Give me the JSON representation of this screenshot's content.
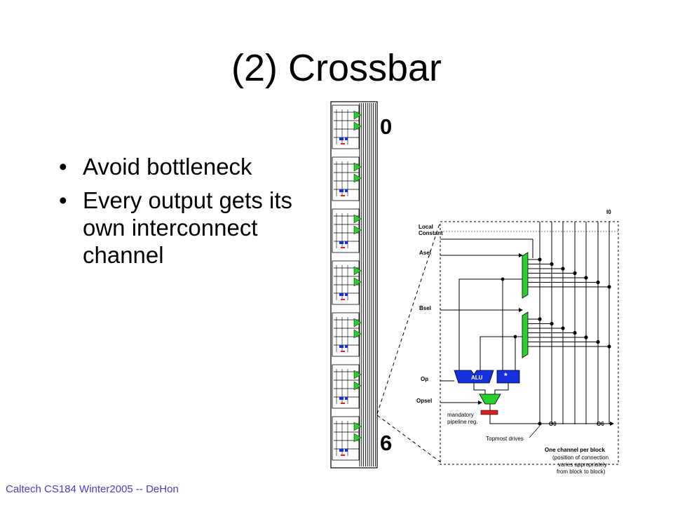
{
  "title": "(2) Crossbar",
  "bullets": [
    "Avoid bottleneck",
    "Every output gets its own interconnect channel"
  ],
  "footer": "Caltech CS184 Winter2005 -- DeHon",
  "diagram": {
    "column_label_top": "0",
    "column_label_bottom": "6",
    "detail": {
      "top_right_label": "I0",
      "local_constant": "Local\nConstant",
      "asel": "Asel",
      "bsel": "Bsel",
      "op": "Op",
      "opsel": "Opsel",
      "alu": "ALU",
      "multiplier": "*",
      "mandatory": "mandatory\npipeline reg.",
      "topmost_drives": "Topmost drives",
      "o0": "O0",
      "o6": "O6",
      "one_channel": "One channel per block",
      "position_note": "(position of connection\nvaries appropriately\nfrom block to block)"
    },
    "colors": {
      "mux_green": "#2bd12b",
      "alu_blue": "#1530e0",
      "register_red": "#e02020"
    }
  }
}
